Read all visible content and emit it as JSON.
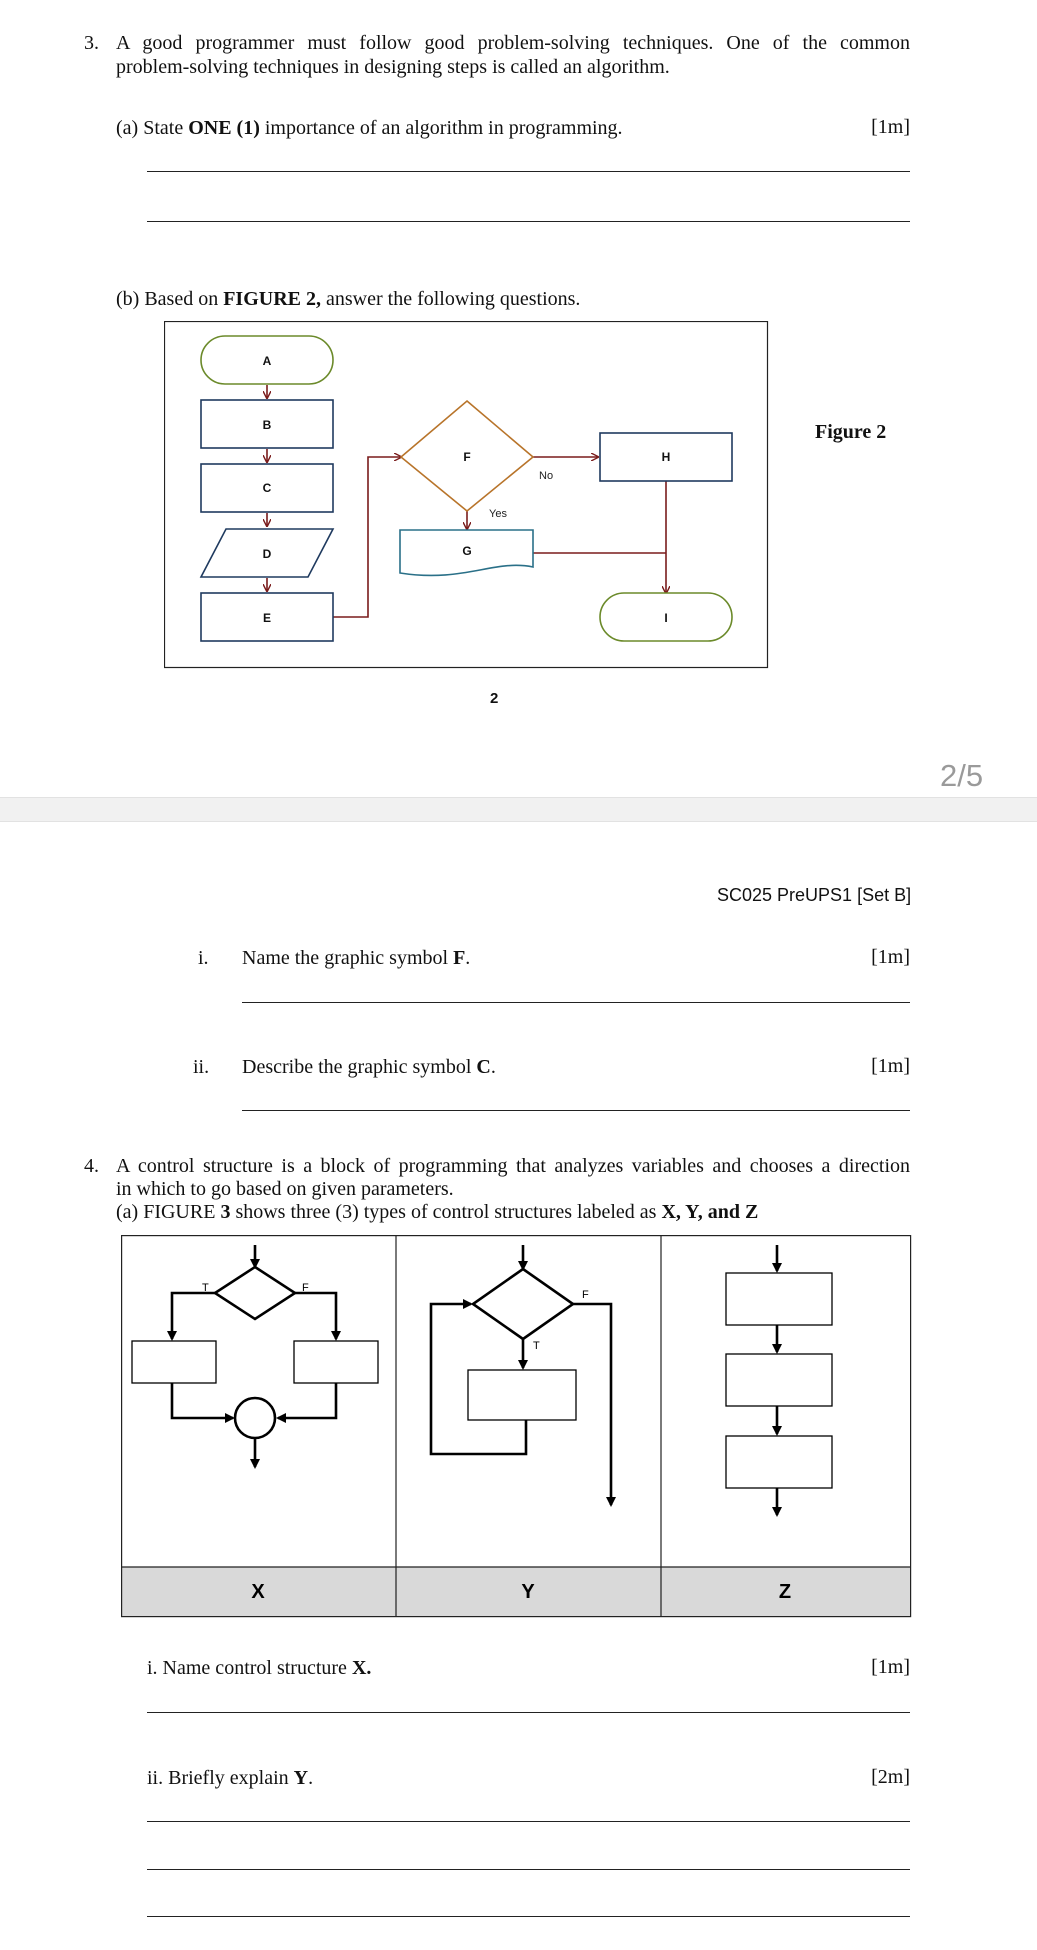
{
  "page1": {
    "q3": {
      "number": "3.",
      "line1": "A good programmer must follow good problem-solving techniques. One of the common",
      "line2": "problem-solving techniques in designing steps is called an algorithm.",
      "a": {
        "label": "(a)",
        "pre": "State ",
        "bold": "ONE (1)",
        "post": " importance of an algorithm in programming.",
        "marks": "[1m]"
      },
      "b": {
        "label": "(b)",
        "pre": "Based on ",
        "bold": "FIGURE 2,",
        "post": " answer the following questions."
      }
    },
    "figure2": {
      "caption": "Figure 2",
      "nodes": {
        "A": "A",
        "B": "B",
        "C": "C",
        "D": "D",
        "E": "E",
        "F": "F",
        "G": "G",
        "H": "H",
        "I": "I"
      },
      "no_label": "No",
      "yes_label": "Yes"
    },
    "page_number": "2"
  },
  "viewer": {
    "page_indicator": "2/5"
  },
  "page2": {
    "header": "SC025 PreUPS1 [Set B]",
    "b_i": {
      "num": "i.",
      "pre": "Name the graphic symbol ",
      "bold": "F",
      "post": ".",
      "marks": "[1m]"
    },
    "b_ii": {
      "num": "ii.",
      "pre": "Describe the graphic symbol ",
      "bold": "C",
      "post": ".",
      "marks": "[1m]"
    },
    "q4": {
      "number": "4.",
      "line1": "A control structure is a block of programming that analyzes variables and chooses a direction",
      "line2": "in which to go based on given parameters.",
      "a_label": "(a)",
      "a_pre": "FIGURE ",
      "a_bold1": "3",
      "a_mid": " shows three (3) types of control structures labeled as ",
      "a_bold2": "X, Y, and Z",
      "figure3": {
        "labels": [
          "X",
          "Y",
          "Z"
        ],
        "t_label": "T",
        "f_label": "F"
      },
      "i": {
        "pre": "i. Name control structure ",
        "bold": "X.",
        "marks": "[1m]"
      },
      "ii": {
        "pre": "ii. Briefly explain ",
        "bold": "Y",
        "post": ".",
        "marks": "[2m]"
      }
    }
  },
  "colors": {
    "arrow": "#7a1c1c",
    "terminator": "#6b8a2a",
    "process": "#1f3a5f",
    "decision": "#b8742a",
    "document": "#2a7088",
    "page_indicator": "#9a9a9a",
    "table_label_bg": "#d9d9d9"
  }
}
